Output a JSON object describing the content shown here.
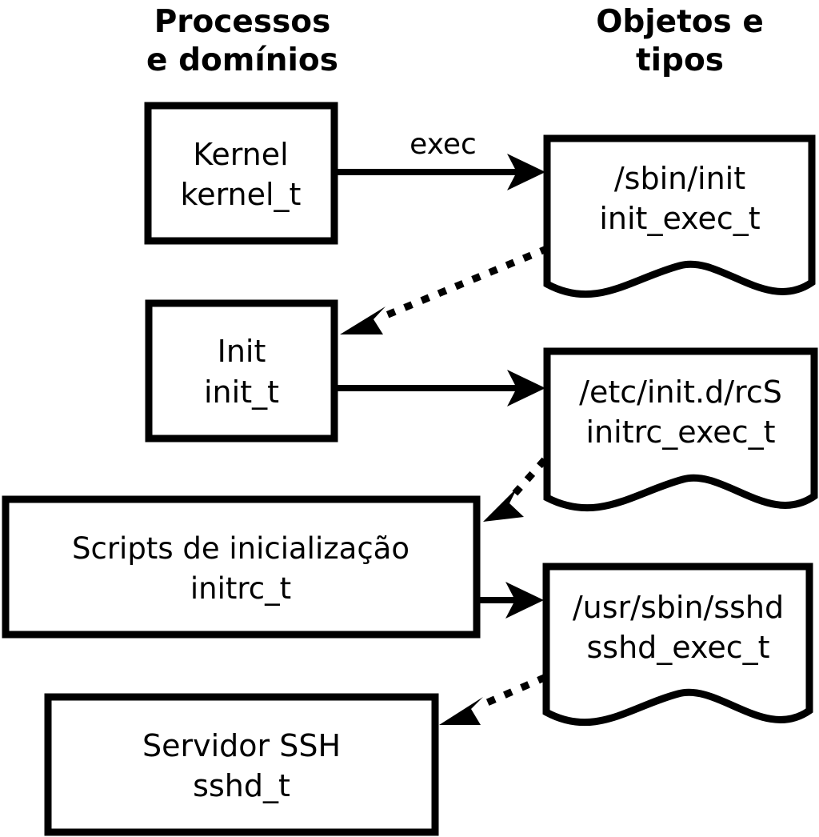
{
  "diagram": {
    "title_columns": [
      {
        "line1": "Processos",
        "line2": "e domínios"
      },
      {
        "line1": "Objetos e",
        "line2": "tipos"
      }
    ],
    "colors": {
      "stroke": "#000000",
      "fill": "#ffffff",
      "text": "#000000"
    },
    "process_nodes": [
      {
        "name": "Kernel",
        "type": "kernel_t"
      },
      {
        "name": "Init",
        "type": "init_t"
      },
      {
        "name": "Scripts de inicialização",
        "type": "initrc_t"
      },
      {
        "name": "Servidor SSH",
        "type": "sshd_t"
      }
    ],
    "object_nodes": [
      {
        "path": "/sbin/init",
        "type": "init_exec_t"
      },
      {
        "path": "/etc/init.d/rcS",
        "type": "initrc_exec_t"
      },
      {
        "path": "/usr/sbin/sshd",
        "type": "sshd_exec_t"
      }
    ],
    "edges": [
      {
        "label": "exec",
        "style": "solid",
        "from": "kernel_t",
        "to": "init_exec_t"
      },
      {
        "label": "",
        "style": "dotted",
        "from": "init_exec_t",
        "to": "init_t"
      },
      {
        "label": "",
        "style": "solid",
        "from": "init_t",
        "to": "initrc_exec_t"
      },
      {
        "label": "",
        "style": "dotted",
        "from": "initrc_exec_t",
        "to": "initrc_t"
      },
      {
        "label": "",
        "style": "solid",
        "from": "initrc_t",
        "to": "sshd_exec_t"
      },
      {
        "label": "",
        "style": "dotted",
        "from": "sshd_exec_t",
        "to": "sshd_t"
      }
    ]
  }
}
